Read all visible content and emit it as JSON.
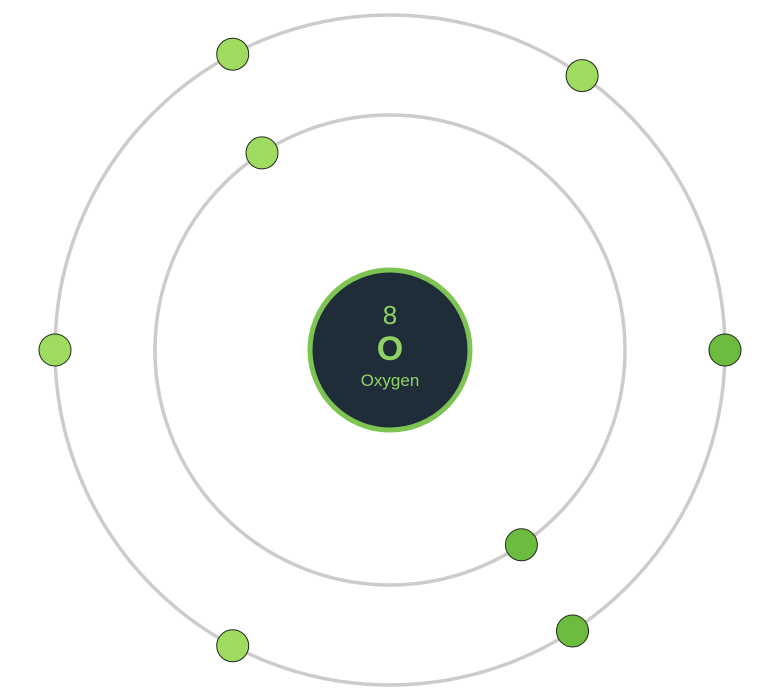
{
  "element": {
    "atomic_number": "8",
    "symbol": "O",
    "name": "Oxygen"
  },
  "shells": [
    {
      "electron_count": 2,
      "electron_angles_deg": [
        -123,
        56
      ]
    },
    {
      "electron_count": 6,
      "electron_angles_deg": [
        -118,
        -55,
        0,
        57,
        118,
        180
      ]
    }
  ],
  "colors": {
    "orbit": "#cccccc",
    "nucleus_fill": "#1f2d38",
    "nucleus_border": "#7dc452",
    "nucleus_text": "#8fd364",
    "electron_light": "#9fdb5f",
    "electron_dark": "#6cbb3e",
    "electron_outline": "#1e2a1e"
  }
}
